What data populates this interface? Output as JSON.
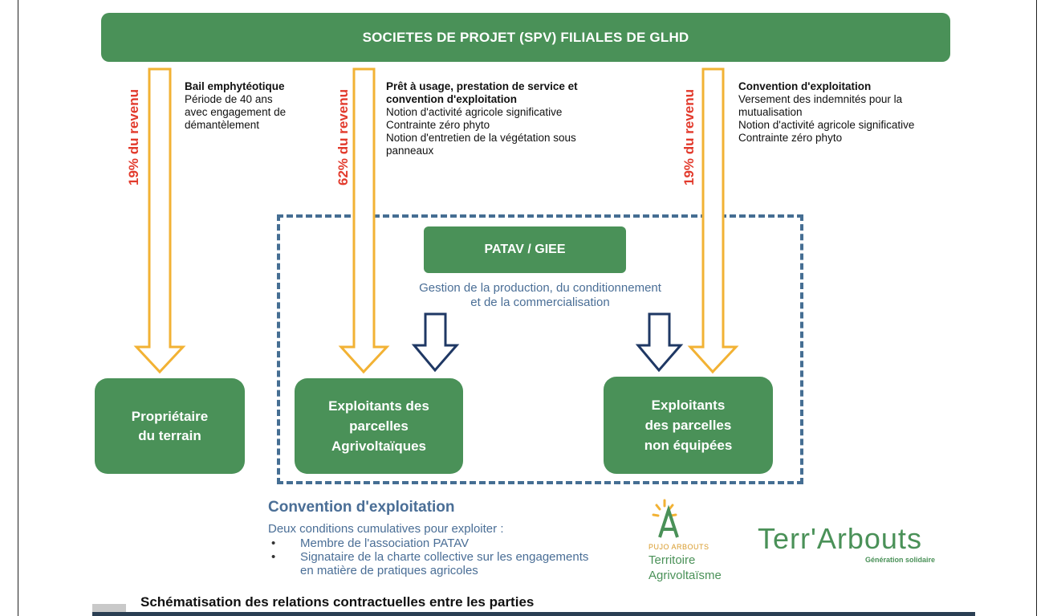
{
  "top_banner": "SOCIETES DE PROJET (SPV) FILIALES DE GLHD",
  "revenue_labels": [
    "19% du revenu",
    "62% du revenu",
    "19% du revenu"
  ],
  "notes": {
    "left": {
      "title": "Bail emphytéotique",
      "lines": [
        "Période de 40 ans",
        "avec engagement  de",
        "démantèlement"
      ]
    },
    "center": {
      "title": "Prêt à usage, prestation de service et",
      "title2": "convention d'exploitation",
      "lines": [
        "Notion d'activité agricole significative",
        "Contrainte zéro phyto",
        "Notion d'entretien de la végétation sous",
        "panneaux"
      ]
    },
    "right": {
      "title": "Convention d'exploitation",
      "lines": [
        "Versement des indemnités pour la",
        "mutualisation",
        "Notion d'activité agricole significative",
        "Contrainte zéro phyto"
      ]
    }
  },
  "patav": {
    "label": "PATAV / GIEE",
    "desc1": "Gestion de la production, du conditionnement",
    "desc2": "et de la commercialisation"
  },
  "boxes": {
    "owner": [
      "Propriétaire",
      "du terrain"
    ],
    "agri": [
      "Exploitants des",
      "parcelles",
      "Agrivoltaïques"
    ],
    "nonequip": [
      "Exploitants",
      "des parcelles",
      "non équipées"
    ]
  },
  "convention": {
    "title": "Convention d'exploitation",
    "intro": "Deux conditions cumulatives pour exploiter :",
    "items": [
      [
        "Membre de l'association  PATAV"
      ],
      [
        "Signataire de la charte collective sur les engagements",
        "en matière de pratiques agricoles"
      ]
    ],
    "bullet": "•"
  },
  "logos": {
    "pujo_sub": "PUJO ARBOUTS",
    "pujo_l1": "Territoire",
    "pujo_l2": "Agrivoltaïsme",
    "terr": "Terr'Arbouts",
    "terr_sub": "Génération solidaire"
  },
  "caption": "Schématisation des relations contractuelles entre les parties",
  "colors": {
    "green": "#4a9158",
    "orange_arrow": "#f2b234",
    "navy_arrow": "#1f3864",
    "revenue_red": "#e23a2c",
    "dashed_blue": "#456e93"
  }
}
